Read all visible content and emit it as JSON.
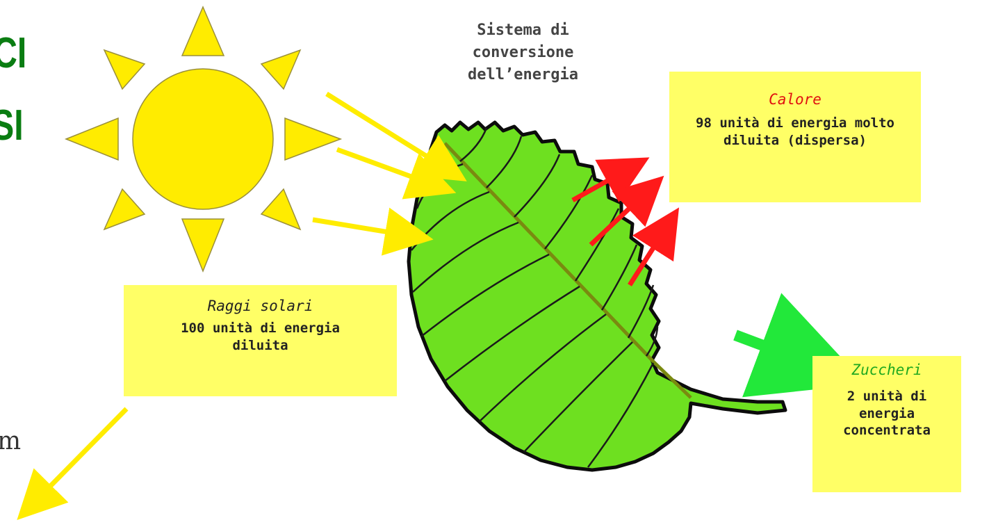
{
  "title": "Sistema di conversione dell’energia",
  "clipped_left": [
    "CI",
    "SI",
    "m"
  ],
  "colors": {
    "sun": "#ffec00",
    "leaf": "#6ee020",
    "box": "#ffff66",
    "heat": "#ff1a1a",
    "sugar": "#22e83a",
    "clip_text": "#0a7d12"
  },
  "boxes": {
    "sun": {
      "heading": "Raggi solari",
      "heading_color": "#222222",
      "body": "100 unità di energia diluita"
    },
    "heat": {
      "heading": "Calore",
      "heading_color": "#e01010",
      "body": "98 unità di energia molto diluita (dispersa)"
    },
    "sugar": {
      "heading": "Zuccheri",
      "heading_color": "#1fa81f",
      "body": "2 unità di energia concentrata"
    }
  }
}
